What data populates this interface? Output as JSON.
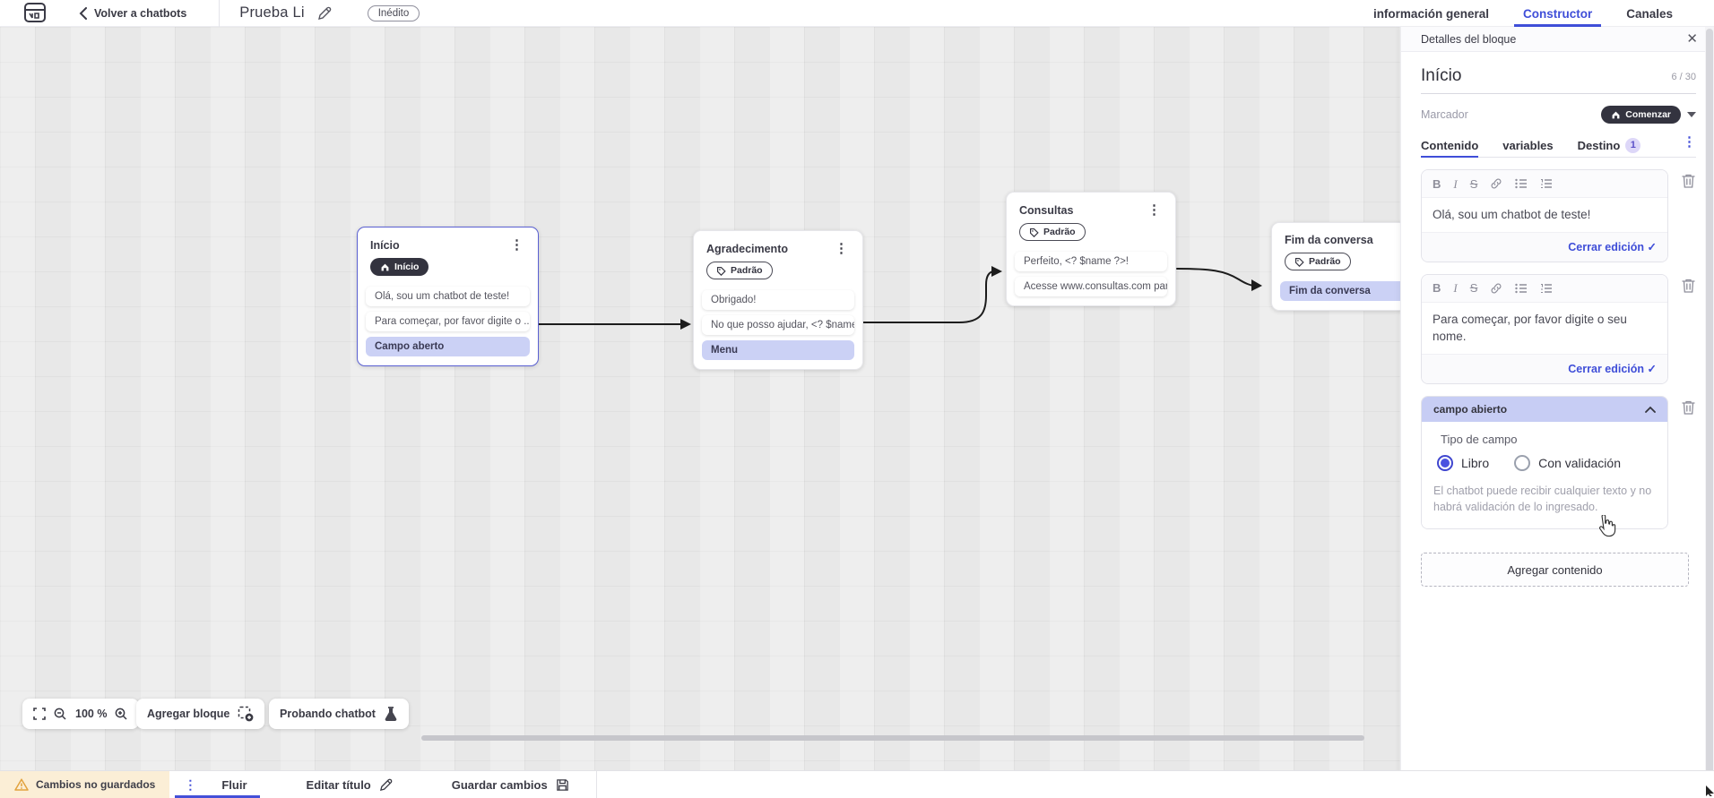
{
  "topbar": {
    "back_label": "Volver a chatbots",
    "title": "Prueba Li",
    "status_badge": "Inédito",
    "tabs": [
      {
        "label": "información general"
      },
      {
        "label": "Constructor"
      },
      {
        "label": "Canales"
      }
    ]
  },
  "panel": {
    "header": "Detalles del bloque",
    "block_name": "Início",
    "name_counter": "6 / 30",
    "marker_label": "Marcador",
    "marker_value": "Comenzar",
    "tabs": [
      {
        "label": "Contenido"
      },
      {
        "label": "variables"
      },
      {
        "label": "Destino",
        "badge": "1"
      }
    ],
    "editors": [
      {
        "text": "Olá, sou um chatbot de teste!",
        "close_label": "Cerrar edición"
      },
      {
        "text": "Para começar, por favor digite o seu nome.",
        "close_label": "Cerrar edición"
      }
    ],
    "open_field": {
      "title": "campo abierto",
      "type_label": "Tipo de campo",
      "option_free": "Libro",
      "option_validated": "Con validación",
      "help_text": "El chatbot puede recibir cualquier texto y no habrá validación de lo ingresado."
    },
    "add_content_label": "Agregar contenido"
  },
  "canvas": {
    "blocks": [
      {
        "title": "Início",
        "badge": "Início",
        "items": [
          {
            "text": "Olá, sou um chatbot de teste!"
          },
          {
            "text": "Para começar, por favor digite o ..."
          },
          {
            "text": "Campo aberto"
          }
        ]
      },
      {
        "title": "Agradecimento",
        "badge": "Padrão",
        "items": [
          {
            "text": "Obrigado!"
          },
          {
            "text": "No que posso ajudar, <? $name ..."
          },
          {
            "text": "Menu"
          }
        ]
      },
      {
        "title": "Consultas",
        "badge": "Padrão",
        "items": [
          {
            "text": "Perfeito, <? $name ?>!"
          },
          {
            "text": "Acesse www.consultas.com par..."
          }
        ]
      },
      {
        "title": "Fim da conversa",
        "badge": "Padrão",
        "items": [
          {
            "text": "Fim da conversa"
          }
        ]
      }
    ],
    "zoom_level": "100 %",
    "add_block_label": "Agregar bloque",
    "test_chatbot_label": "Probando chatbot"
  },
  "bottombar": {
    "unsaved_label": "Cambios no guardados",
    "flow_tab": "Fluir",
    "edit_title_label": "Editar título",
    "save_label": "Guardar cambios"
  },
  "colors": {
    "accent_blue": "#3f4ed8",
    "dark_pill": "#33333f",
    "highlight_purple": "#cbd1f5",
    "field_header_purple": "#c7cdf4",
    "warning_bg": "#fbeed6",
    "warning_icon": "#e2a23e",
    "canvas_bg": "#ebebeb"
  }
}
